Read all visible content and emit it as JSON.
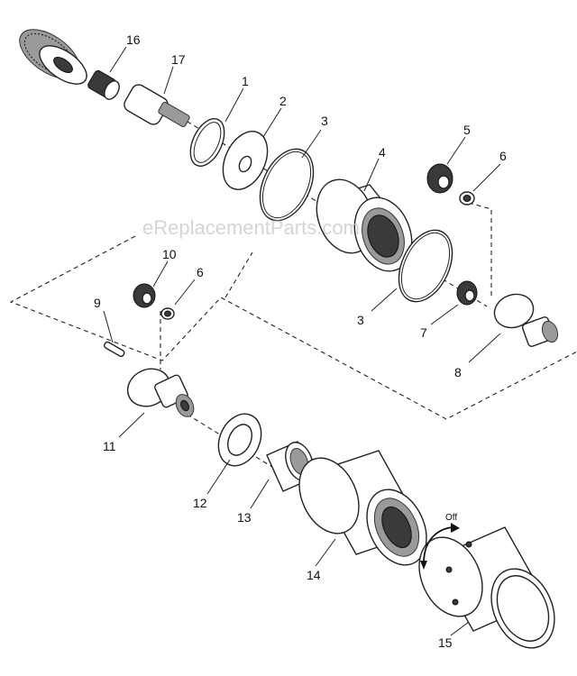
{
  "watermark": "eReplacementParts.com",
  "direction_label": "Off",
  "callouts": [
    "16",
    "17",
    "1",
    "2",
    "3",
    "4",
    "5",
    "6",
    "10",
    "6",
    "9",
    "3",
    "7",
    "8",
    "11",
    "12",
    "13",
    "14",
    "15"
  ]
}
